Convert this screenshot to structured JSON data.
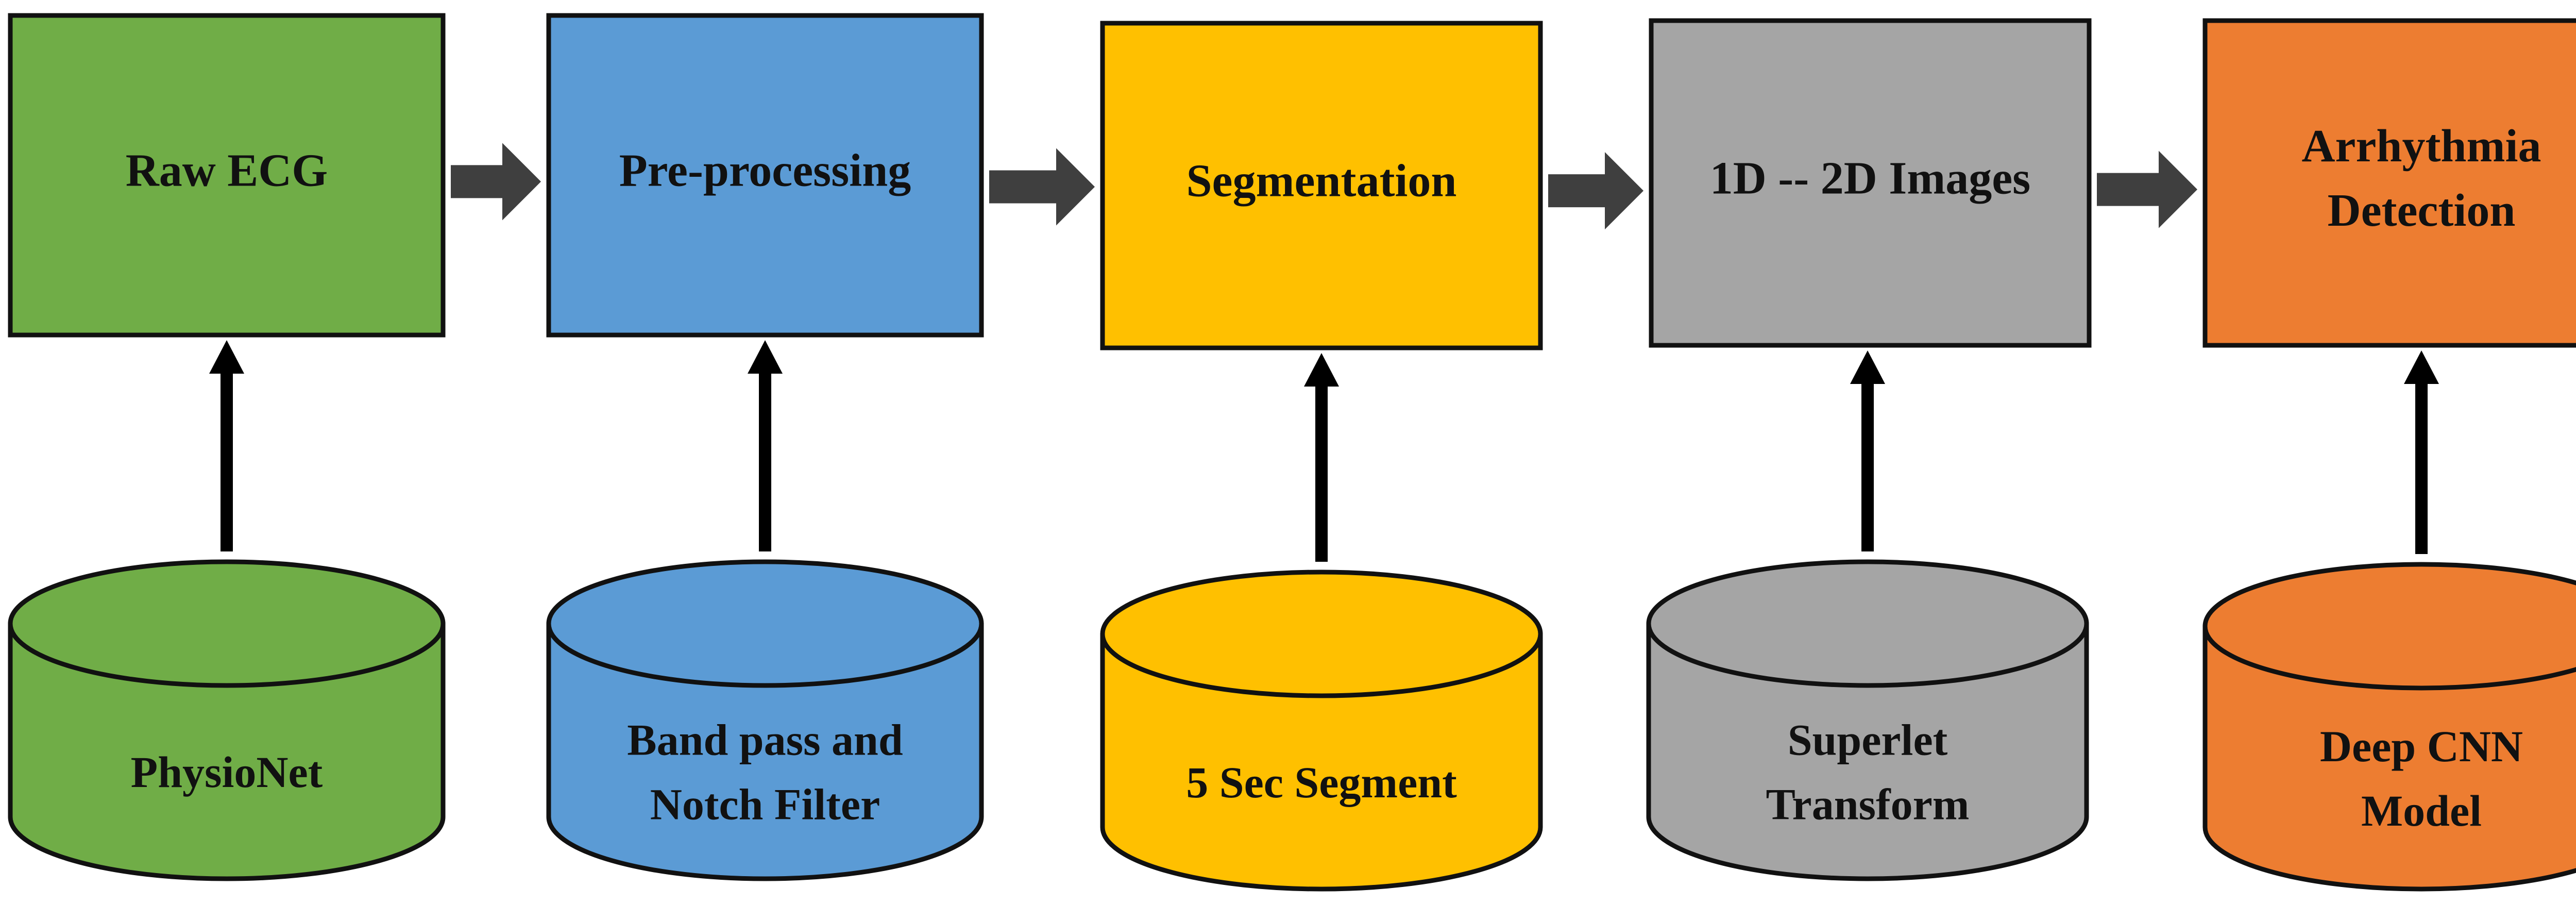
{
  "stages": [
    {
      "process_label": [
        "Raw ECG"
      ],
      "source_label": [
        "PhysioNet"
      ],
      "color": "#70AD47"
    },
    {
      "process_label": [
        "Pre-processing"
      ],
      "source_label": [
        "Band pass and",
        "Notch Filter"
      ],
      "color": "#5B9BD5"
    },
    {
      "process_label": [
        "Segmentation"
      ],
      "source_label": [
        "5 Sec Segment"
      ],
      "color": "#FFC000"
    },
    {
      "process_label": [
        "1D -- 2D Images"
      ],
      "source_label": [
        "Superlet",
        "Transform"
      ],
      "color": "#A5A5A5"
    },
    {
      "process_label": [
        "Arrhythmia",
        "Detection"
      ],
      "source_label": [
        "Deep CNN",
        "Model"
      ],
      "color": "#ED7D31"
    }
  ],
  "colors": {
    "outline": "#111111",
    "flow_arrow": "#3F3F3F",
    "up_arrow": "#000000"
  }
}
